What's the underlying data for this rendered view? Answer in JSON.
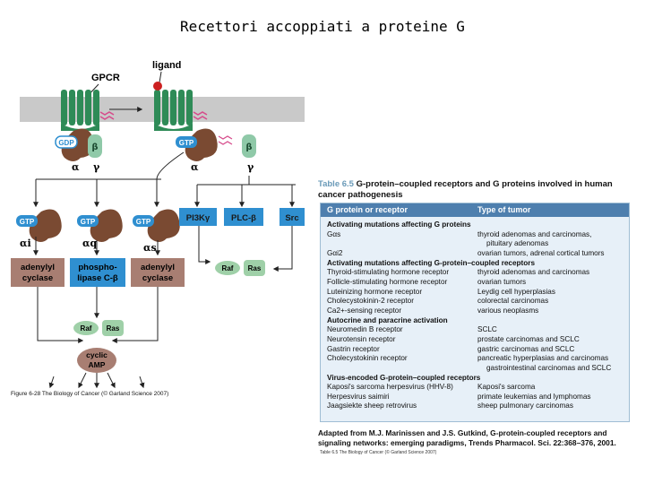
{
  "slide_title": "Recettori accoppiati a proteine G",
  "figure": {
    "labels": {
      "gpcr": "GPCR",
      "ligand": "ligand",
      "gdp": "GDP",
      "gtp": "GTP",
      "beta": "β",
      "gamma": "γ",
      "alpha": "α",
      "alpha_i": "αi",
      "alpha_q": "αq",
      "alpha_s": "αs",
      "adenylyl_cyclase_1": "adenylyl",
      "adenylyl_cyclase_2": "cyclase",
      "phospholipase_1": "phospho-",
      "phospholipase_2": "lipase C-β",
      "pi3k": "PI3Kγ",
      "plc": "PLC-β",
      "src": "Src",
      "raf": "Raf",
      "ras": "Ras",
      "camp_1": "cyclic",
      "camp_2": "AMP"
    },
    "credit": "Figure 6-28 The Biology of Cancer (© Garland Science 2007)"
  },
  "table": {
    "caption_lead": "Table 6.5",
    "caption_rest": "G-protein–coupled receptors and G proteins involved in human cancer pathogenesis",
    "header": {
      "col1": "G protein or receptor",
      "col2": "Type of tumor"
    },
    "rows": [
      {
        "c1": "Activating mutations affecting G proteins",
        "c2": "",
        "section": true
      },
      {
        "c1": "Gαs",
        "c2": "thyroid adenomas and carcinomas,",
        "section": false
      },
      {
        "c1": "",
        "c2": "pituitary adenomas",
        "section": false,
        "indent": true
      },
      {
        "c1": "Gαi2",
        "c2": "ovarian tumors, adrenal cortical tumors",
        "section": false
      },
      {
        "c1": "Activating mutations affecting G-protein–coupled receptors",
        "c2": "",
        "section": true
      },
      {
        "c1": "Thyroid-stimulating hormone receptor",
        "c2": "thyroid adenomas and carcinomas",
        "section": false
      },
      {
        "c1": "Follicle-stimulating hormone receptor",
        "c2": "ovarian tumors",
        "section": false
      },
      {
        "c1": "Luteinizing hormone receptor",
        "c2": "Leydig cell hyperplasias",
        "section": false
      },
      {
        "c1": "Cholecystokinin-2 receptor",
        "c2": "colorectal carcinomas",
        "section": false
      },
      {
        "c1": "Ca2+-sensing receptor",
        "c2": "various neoplasms",
        "section": false
      },
      {
        "c1": "Autocrine and paracrine activation",
        "c2": "",
        "section": true
      },
      {
        "c1": "Neuromedin B receptor",
        "c2": "SCLC",
        "section": false
      },
      {
        "c1": "Neurotensin receptor",
        "c2": "prostate carcinomas and SCLC",
        "section": false
      },
      {
        "c1": "Gastrin receptor",
        "c2": "gastric carcinomas and SCLC",
        "section": false
      },
      {
        "c1": "Cholecystokinin receptor",
        "c2": "pancreatic hyperplasias and carcinomas",
        "section": false
      },
      {
        "c1": "",
        "c2": "gastrointestinal carcinomas and SCLC",
        "section": false,
        "indent": true
      },
      {
        "c1": "Virus-encoded G-protein–coupled receptors",
        "c2": "",
        "section": true
      },
      {
        "c1": "Kaposi's sarcoma herpesvirus (HHV-8)",
        "c2": "Kaposi's sarcoma",
        "section": false
      },
      {
        "c1": "Herpesvirus saimiri",
        "c2": "primate leukemias and lymphomas",
        "section": false
      },
      {
        "c1": "Jaagsiekte sheep retrovirus",
        "c2": "sheep pulmonary carcinomas",
        "section": false
      }
    ],
    "source": "Adapted from M.J. Marinissen and J.S. Gutkind, G-protein-coupled receptors and signaling networks: emerging paradigms, Trends Pharmacol. Sci. 22:368–376, 2001.",
    "credit": "Table 6.5 The Biology of Cancer (© Garland Science 2007)"
  },
  "colors": {
    "membrane": "#c9c9c9",
    "receptor": "#2e8b57",
    "g_alpha": "#7a4a32",
    "g_beta_gamma": "#8fc9a8",
    "gtp_blue": "#2f8fd0",
    "effector_brown": "#a87e72",
    "effector_blue": "#2f8fd0",
    "raf_ras": "#9fd0a8",
    "camp": "#a87e72",
    "table_header": "#4e7fae",
    "table_bg": "#e7f0f8"
  }
}
